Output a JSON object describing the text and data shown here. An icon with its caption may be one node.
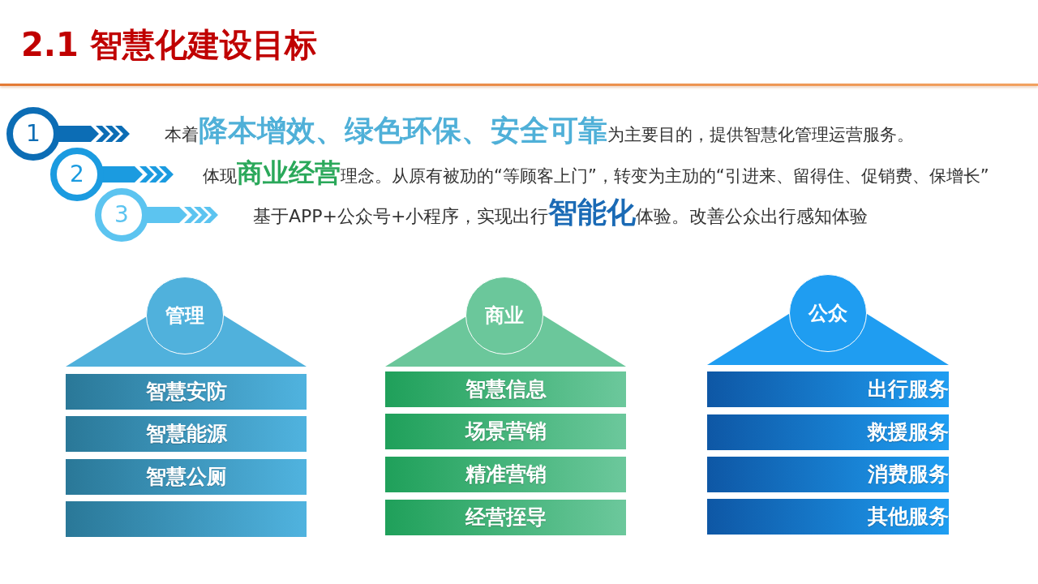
{
  "diagram": {
    "title": "2.1 智慧化建设目标",
    "nodes": [
      {
        "text": [
          "1"
        ]
      },
      {
        "text": [
          "2"
        ]
      },
      {
        "text": [
          "3"
        ]
      },
      {
        "text": [
          "管理"
        ]
      },
      {
        "text": [],
        "shape": "triangle"
      },
      {
        "text": [
          "智慧安防"
        ]
      },
      {
        "text": [
          "智慧能源"
        ]
      },
      {
        "text": [
          "智慧公厕"
        ]
      },
      {
        "text": [],
        "shape": "bar"
      },
      {
        "text": [
          "商业"
        ]
      },
      {
        "text": [],
        "shape": "triangle"
      },
      {
        "text": [
          "智慧信息"
        ]
      },
      {
        "text": [
          "场景营销"
        ]
      },
      {
        "text": [
          "精准营销"
        ]
      },
      {
        "text": [
          "经营挃导"
        ]
      },
      {
        "text": [
          "公众"
        ]
      },
      {
        "text": [],
        "shape": "triangle"
      },
      {
        "text": [
          "出行服务"
        ]
      },
      {
        "text": [
          "救援服务"
        ]
      },
      {
        "text": [
          "消费服务"
        ]
      },
      {
        "text": [
          "其他服务"
        ]
      }
    ],
    "labels": [
      "本着**降本增效、绿色环保、安全可靠**为主要目的，提供智慧化管理运营服务。",
      "体现**商业经营**理念。从原有被劢的“等顾客上门”，转变为主劢的“引进来、留得住、促销费、保增长”",
      "基于APP+公众号+小程序，实现出行**智能化**体验。改善公众出行感知体验"
    ]
  }
}
